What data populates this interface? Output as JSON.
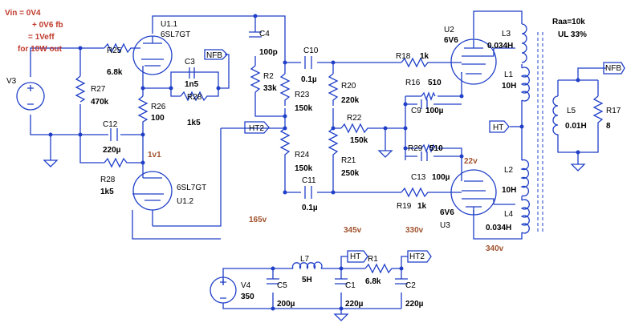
{
  "note": [
    "Vin = 0V4",
    "+ 0V6 fb",
    "= 1Veff",
    "for 10W  out"
  ],
  "tube_params": [
    "Raa=10k",
    "UL 33%"
  ],
  "voltages": {
    "v1": "1v1",
    "v165": "165v",
    "v345": "345v",
    "v330": "330v",
    "v340": "340v",
    "v22": "22v"
  },
  "labels": {
    "v3": "V3",
    "r25": "R25",
    "r25v": "6.8k",
    "r27": "R27",
    "r27v": "470k",
    "c12": "C12",
    "c12v": "220µ",
    "r28b": "R28",
    "r28bv": "1k5",
    "u11a": "U1.1",
    "u11b": "6SL7GT",
    "c3": "C3",
    "c3v": "1n5",
    "r28": "R28",
    "r28v": "1k5",
    "r26": "R26",
    "r26v": "100",
    "nfb1": "NFB",
    "c4": "C4",
    "c4v": "100p",
    "r2": "R2",
    "r2v": "33k",
    "r23": "R23",
    "r23v": "150k",
    "c10": "C10",
    "c10v": "0.1µ",
    "r20": "R20",
    "r20v": "220k",
    "r18": "R18",
    "r18v": "1k",
    "u2": "U2",
    "u2v": "6V6",
    "r16": "R16",
    "r16v": "510",
    "c9": "C9",
    "c9v": "100µ",
    "r22": "R22",
    "r22v": "150k",
    "ht2": "HT2",
    "r29": "R29",
    "r29v": "510",
    "c13": "C13",
    "c13v": "100µ",
    "r24": "R24",
    "r24v": "150k",
    "r21": "R21",
    "r21v": "250k",
    "c11": "C11",
    "c11v": "0.1µ",
    "r19": "R19",
    "r19v": "1k",
    "u3a": "6V6",
    "u3b": "U3",
    "u12a": "6SL7GT",
    "u12b": "U1.2",
    "l3": "L3",
    "l3v": "0.034H",
    "l1": "L1",
    "l1v": "10H",
    "l2": "L2",
    "l2v": "10H",
    "l4": "L4",
    "l4v": "0.034H",
    "ht": "HT",
    "nfb2": "NFB",
    "l5": "L5",
    "l5v": "0.01H",
    "r17": "R17",
    "r17v": "8",
    "v4": "V4",
    "v4v": "350",
    "c5": "C5",
    "c5v": "200µ",
    "l7": "L7",
    "l7v": "5H",
    "ht3": "HT",
    "c1": "C1",
    "c1v": "220µ",
    "r1": "R1",
    "r1v": "6.8k",
    "ht4": "HT2",
    "c2": "C2",
    "c2v": "220µ"
  }
}
